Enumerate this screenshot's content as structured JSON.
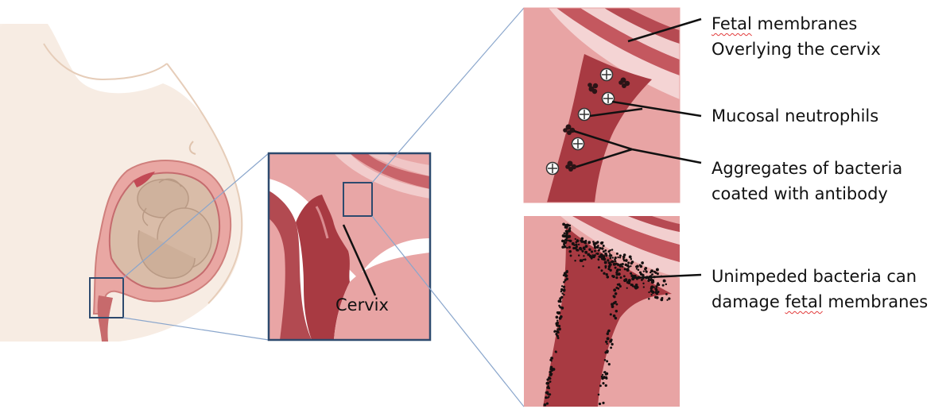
{
  "labels": {
    "cervix": "Cervix",
    "fetal_membranes_line1": "Fetal",
    "fetal_membranes_line1_rest": "membranes",
    "fetal_membranes_line2": "Overlying the cervix",
    "mucosal_neutrophils": "Mucosal neutrophils",
    "aggregates_line1": "Aggregates of bacteria",
    "aggregates_line2": "coated with antibody",
    "unimpeded_line1": "Unimpeded bacteria can",
    "unimpeded_line2_a": "damage",
    "unimpeded_line2_b": "fetal",
    "unimpeded_line2_c": "membranes"
  },
  "colors": {
    "skin": "#f5e8dd",
    "skin_outline": "#e3c9b4",
    "uterus_wall": "#e8a3a3",
    "uterus_dark": "#b94a4f",
    "canal": "#a83a42",
    "membrane_band": "#c85a62",
    "membrane_light": "#f3d2d2",
    "tissue_bg": "#e8a4a4",
    "box_border": "#2d4a6e",
    "zoom_line": "#7c9cc4",
    "leader": "#111111"
  }
}
